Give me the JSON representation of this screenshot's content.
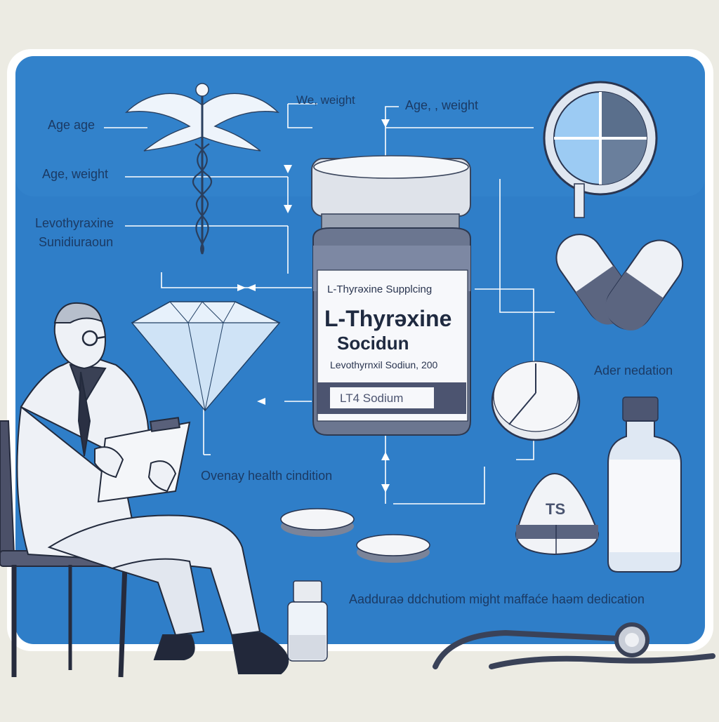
{
  "labels": {
    "age_age": "Age age",
    "age_weight_left": "Age,  weight",
    "levo_line1": "Levothyraxine",
    "levo_line2": "Sunidiuraoun",
    "we_weight": "We, weight",
    "age_weight_top": "Age, ,  weight",
    "ader_nedation": "Ader nedation",
    "overall_health": "Ovenay health cindition",
    "bottom_caption": "Aadduraə ddchutiom might maffaće haəm dedication"
  },
  "jar": {
    "label_top": "L-Thyrəxine Supplcing",
    "name_line1": "L-Thyrəxine",
    "name_line2": "Socidun",
    "detail": "Levothyrnxil Sodiun, 200",
    "band": "LT4 Sodium"
  },
  "pill_letter": "TS",
  "colors": {
    "panel": "#2f7ec8",
    "background": "#ecebe3",
    "line": "#ffffff",
    "ink": "#1b3a64",
    "band": "#4c5470"
  },
  "icons": [
    "caduceus-icon",
    "diamond-icon",
    "magnifier-icon",
    "capsule-icon",
    "pill-icon",
    "bottle-icon",
    "stethoscope-icon",
    "doctor-figure",
    "chair-icon",
    "clipboard-icon"
  ]
}
